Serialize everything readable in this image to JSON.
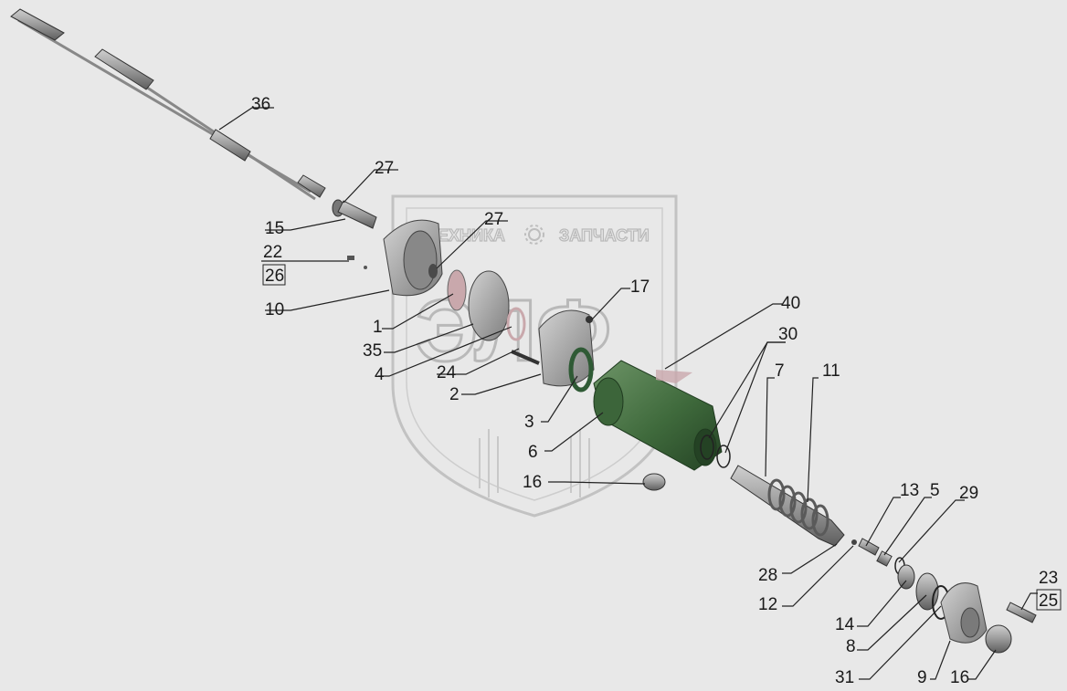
{
  "watermark": {
    "word_left": "ТЕХНИКА",
    "word_right": "ЗАПЧАСТИ",
    "big_letters": "ЭЛФ"
  },
  "labels": {
    "l36": "36",
    "l27a": "27",
    "l27b": "27",
    "l15": "15",
    "l22": "22",
    "l26": "26",
    "l10": "10",
    "l1": "1",
    "l35": "35",
    "l4": "4",
    "l24": "24",
    "l2": "2",
    "l17": "17",
    "l40": "40",
    "l30": "30",
    "l7": "7",
    "l11": "11",
    "l3": "3",
    "l6": "6",
    "l16a": "16",
    "l13": "13",
    "l5": "5",
    "l29": "29",
    "l28": "28",
    "l12": "12",
    "l14": "14",
    "l8": "8",
    "l31": "31",
    "l9": "9",
    "l16b": "16",
    "l23": "23",
    "l25": "25"
  },
  "colors": {
    "background": "#e8e8e8",
    "housing_green": "#3f6a3c",
    "part_gray": "#8f8f8f",
    "gasket_pink": "#c9a8ac",
    "gasket_green": "#2f5a35"
  }
}
